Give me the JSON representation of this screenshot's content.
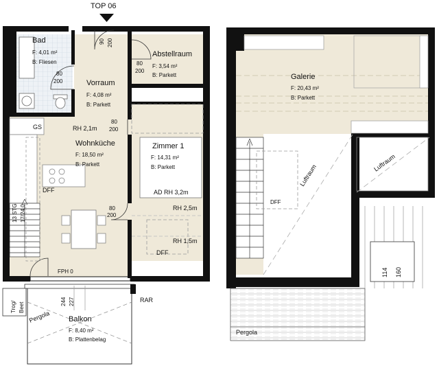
{
  "header": {
    "unit": "TOP 06"
  },
  "rooms": {
    "bad": {
      "name": "Bad",
      "area": "F: 4,01 m²",
      "floor": "B: Fliesen"
    },
    "vorraum": {
      "name": "Vorraum",
      "area": "F: 4,08 m²",
      "floor": "B: Parkett"
    },
    "abstell": {
      "name": "Abstellraum",
      "area": "F: 3,54 m²",
      "floor": "B: Parkett"
    },
    "wohnkueche": {
      "name": "Wohnküche",
      "area": "F: 18,50 m²",
      "floor": "B: Parkett"
    },
    "zimmer": {
      "name": "Zimmer 1",
      "area": "F: 14,31 m²",
      "floor": "B: Parkett"
    },
    "balkon": {
      "name": "Balkon",
      "area": "F: 8,40 m²",
      "floor": "B: Plattenbelag"
    },
    "galerie": {
      "name": "Galerie",
      "area": "F: 20,43 m²",
      "floor": "B: Parkett"
    }
  },
  "dims": {
    "entry_w": "90",
    "entry_h": "200",
    "bad_w": "80",
    "bad_h": "200",
    "abstell_w": "80",
    "abstell_h": "200",
    "vr_w": "80",
    "vr_h": "200",
    "wk_w": "80",
    "wk_h": "200",
    "balkon_1": "244",
    "balkon_2": "227",
    "win_1": "114",
    "win_2": "160"
  },
  "labels": {
    "gs": "GS",
    "rh21": "RH 2,1m",
    "dff": "DFF",
    "ad_rh": "AD RH 3,2m",
    "rh25": "RH 2,5m",
    "rh15": "RH 1,5m",
    "stairs": "13 STG",
    "stairs_dim": "17/24,0",
    "fph": "FPH 0",
    "rar": "RAR",
    "pergola": "Pergola",
    "trog": "Trog/",
    "beet": "Beet",
    "luftraum": "Luftraum"
  }
}
